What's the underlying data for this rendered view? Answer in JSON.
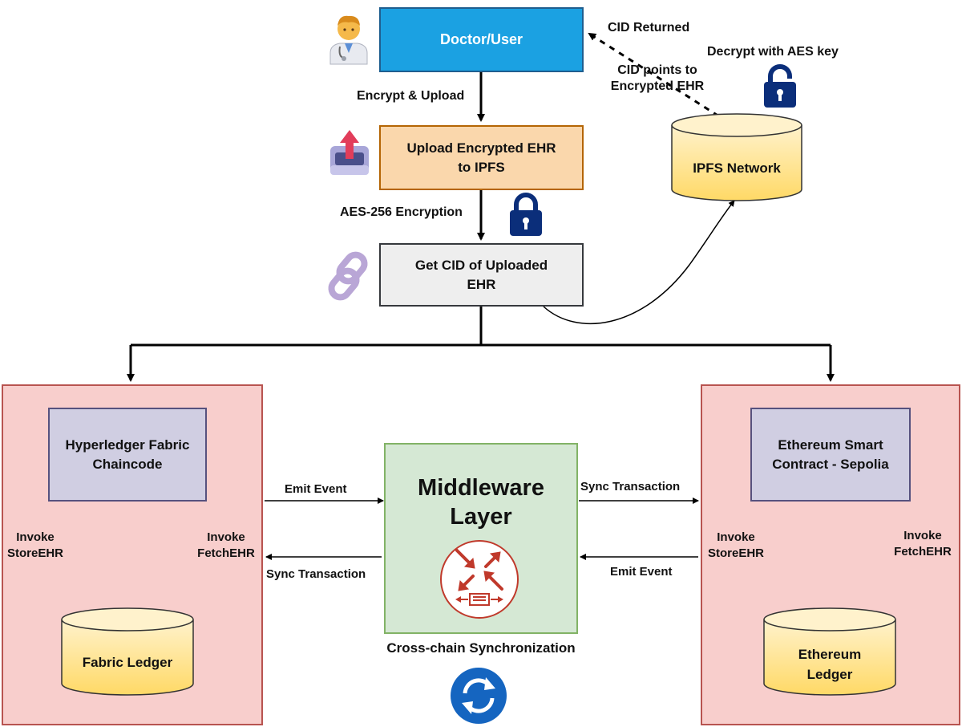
{
  "nodes": {
    "doctor": "Doctor/User",
    "upload": "Upload Encrypted EHR\nto IPFS",
    "get_cid": "Get CID of Uploaded\nEHR",
    "ipfs": "IPFS Network",
    "fabric_chaincode": "Hyperledger Fabric\nChaincode",
    "fabric_ledger": "Fabric Ledger",
    "eth_contract": "Ethereum Smart\nContract - Sepolia",
    "eth_ledger": "Ethereum\nLedger",
    "middleware": "Middleware\nLayer"
  },
  "edge_labels": {
    "encrypt_upload": "Encrypt & Upload",
    "aes": "AES-256 Encryption",
    "cid_returned": "CID Returned",
    "cid_points": "CID points to\nEncrypted EHR",
    "decrypt": "Decrypt with AES key",
    "left_emit": "Emit Event",
    "left_sync": "Sync Transaction",
    "right_sync": "Sync Transaction",
    "right_emit": "Emit Event",
    "fabric_store": "Invoke\nStoreEHR",
    "fabric_fetch": "Invoke\nFetchEHR",
    "eth_store": "Invoke\nStoreEHR",
    "eth_fetch": "Invoke\nFetchEHR",
    "cross_chain": "Cross-chain Synchronization"
  },
  "icons": [
    "doctor-icon",
    "upload-tray-icon",
    "padlock-icon",
    "chain-link-icon",
    "router-icon",
    "sync-icon"
  ],
  "colors": {
    "doctor_fill": "#1ba1e2",
    "upload_fill": "#fad7ac",
    "getcid_fill": "#eeeeee",
    "blockchain_fill": "#f8cecc",
    "blockchain_border": "#b85450",
    "contract_fill": "#d0cee2",
    "contract_border": "#56517e",
    "middleware_fill": "#d5e8d4",
    "middleware_border": "#82b366",
    "ledger_fill": "#ffe680",
    "lock_color": "#0b2e7a",
    "sync_color": "#1565c0"
  }
}
